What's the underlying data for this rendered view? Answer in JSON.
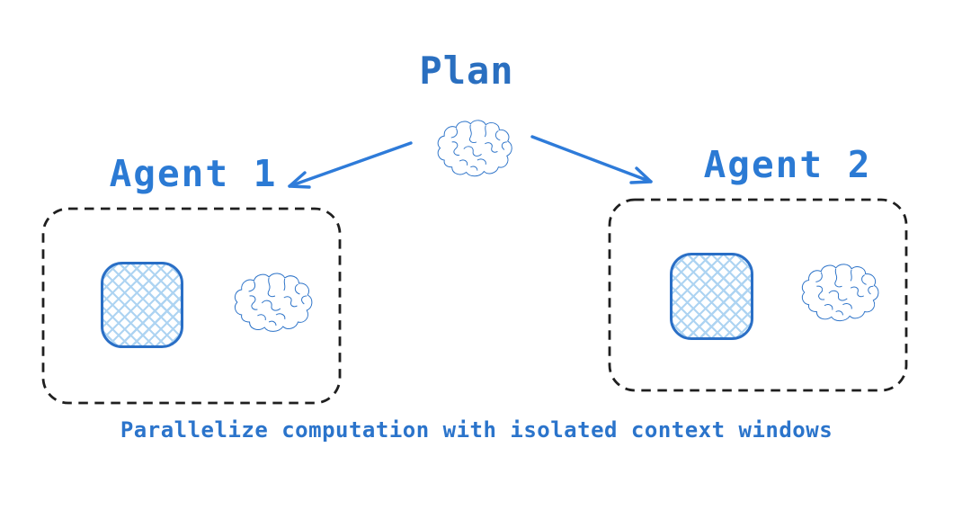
{
  "title": "Plan",
  "agents": [
    {
      "label": "Agent 1"
    },
    {
      "label": "Agent 2"
    }
  ],
  "caption": "Parallelize computation with isolated context windows",
  "icons": {
    "planner": "brain-icon",
    "context_window": "context-window-hatch-icon",
    "agent_model": "brain-icon"
  },
  "colors": {
    "title_blue": "#2a6fc0",
    "agent_label_blue": "#2b7ad4",
    "arrow_blue": "#2e7bd9",
    "caption_blue": "#2b74cb",
    "sketch_blue": "#2b72c8",
    "hatch_blue": "#aed4f2",
    "box_border_black": "#1f1f1f"
  }
}
